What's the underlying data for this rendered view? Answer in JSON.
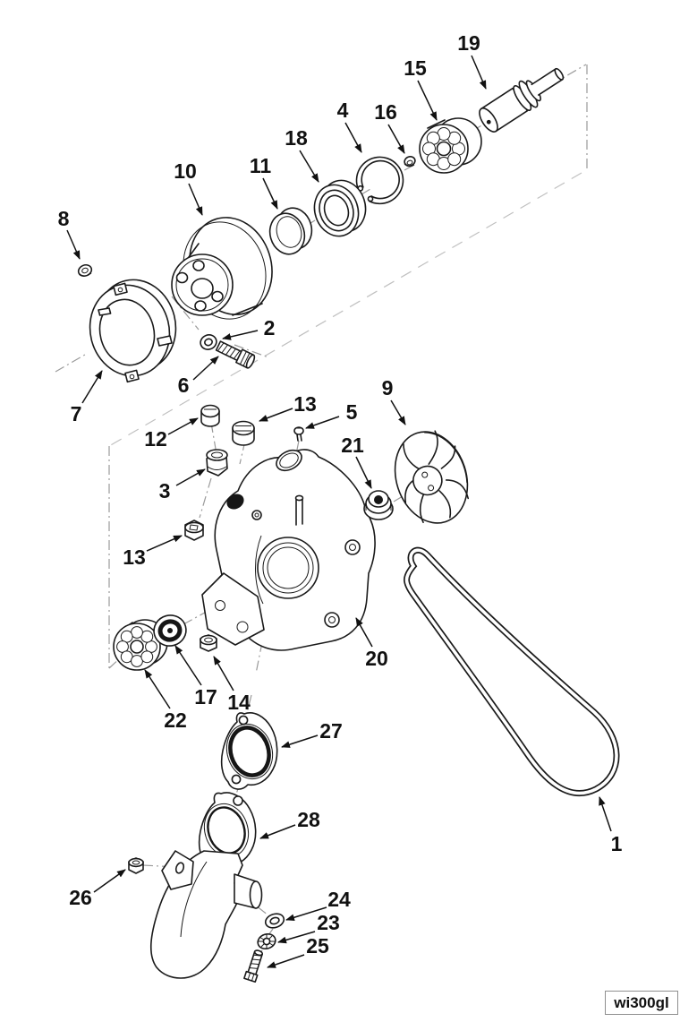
{
  "figure": {
    "code": "wi300gl"
  },
  "callouts": {
    "c1": {
      "label": "1"
    },
    "c2": {
      "label": "2"
    },
    "c3": {
      "label": "3"
    },
    "c4": {
      "label": "4"
    },
    "c5": {
      "label": "5"
    },
    "c6": {
      "label": "6"
    },
    "c7": {
      "label": "7"
    },
    "c8": {
      "label": "8"
    },
    "c9": {
      "label": "9"
    },
    "c10": {
      "label": "10"
    },
    "c11": {
      "label": "11"
    },
    "c12": {
      "label": "12"
    },
    "c13a": {
      "label": "13"
    },
    "c13b": {
      "label": "13"
    },
    "c14": {
      "label": "14"
    },
    "c15": {
      "label": "15"
    },
    "c16": {
      "label": "16"
    },
    "c17": {
      "label": "17"
    },
    "c18": {
      "label": "18"
    },
    "c19": {
      "label": "19"
    },
    "c20": {
      "label": "20"
    },
    "c21": {
      "label": "21"
    },
    "c22": {
      "label": "22"
    },
    "c23": {
      "label": "23"
    },
    "c24": {
      "label": "24"
    },
    "c25": {
      "label": "25"
    },
    "c26": {
      "label": "26"
    },
    "c27": {
      "label": "27"
    },
    "c28": {
      "label": "28"
    }
  }
}
